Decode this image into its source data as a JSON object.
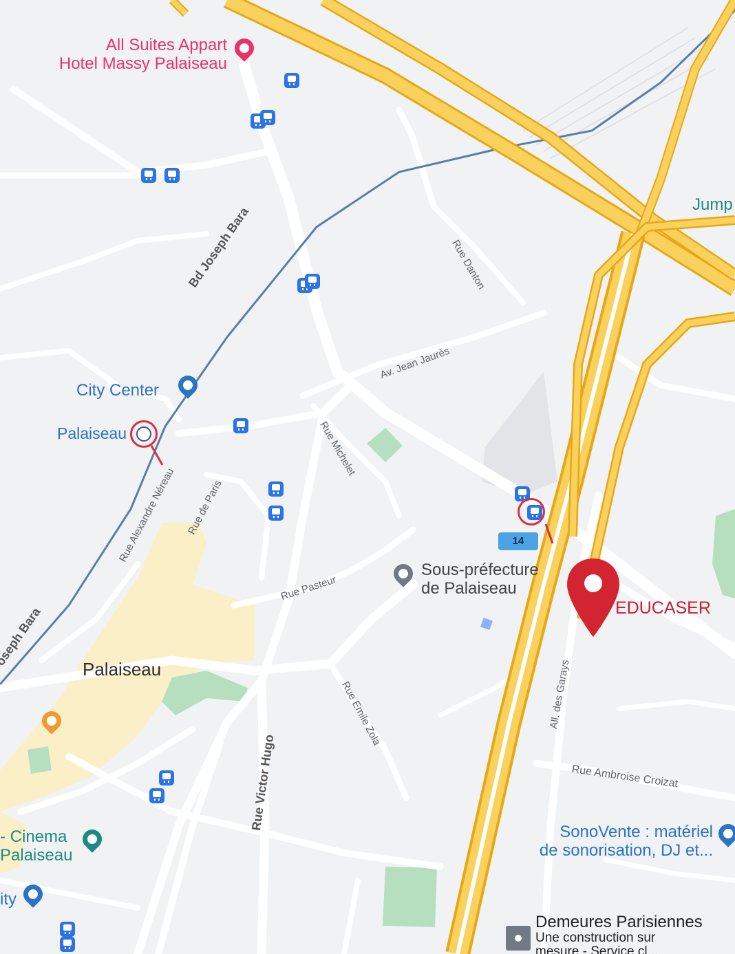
{
  "colors": {
    "highway": "#f5c33b",
    "highway_edge": "#e6a817",
    "rail": "#5b7ea8",
    "marker": "#d32432",
    "bus": "#2a73e8",
    "poi_pink": "#e8336a",
    "poi_blue": "#2a73c6",
    "poi_orange": "#f09a2f",
    "park": "#b6dfc0",
    "shopping": "#fbefc8"
  },
  "pois": {
    "hotel_line1": "All Suites Appart",
    "hotel_line2": "Hotel Massy Palaiseau",
    "hotel_icon": "hotel-bed-icon",
    "city_center": "City Center",
    "city_center_icon": "shopping-cart-icon",
    "palaiseau_station": "Palaiseau",
    "station_icon": "rer-train-icon",
    "sous_prefecture_line1": "Sous-préfecture",
    "sous_prefecture_line2": "de Palaiseau",
    "sous_prefecture_icon": "government-building-icon",
    "educaser": "EDUCASER",
    "educaser_icon": "location-pin-icon",
    "sonovente_line1": "SonoVente : matériel",
    "sonovente_line2": "de sonorisation, DJ et...",
    "sonovente_icon": "shopping-bag-icon",
    "cinema_line1": "- Cinema",
    "cinema_line2": "Palaiseau",
    "cinema_icon": "film-icon",
    "cafe_icon": "coffee-cup-icon",
    "city_partial": "ity",
    "jump_partial": "Jump",
    "demeures_line1": "Demeures Parisiennes",
    "demeures_line2": "Une construction sur",
    "demeures_line3": "mesure - Service cl..."
  },
  "town": "Palaiseau",
  "streets": {
    "bd_joseph_bara": "Bd Joseph Bara",
    "bd_joseph_bara_partial": "oseph Bara",
    "rue_danton": "Rue Danton",
    "av_jean_jaures": "Av. Jean Jaurès",
    "rue_michelet": "Rue Michelet",
    "rue_alexandre_nereau": "Rue Alexandre Néreau",
    "rue_de_paris": "Rue de Paris",
    "rue_pasteur": "Rue Pasteur",
    "rue_emile_zola": "Rue Emile Zola",
    "rue_victor_hugo": "Rue Victor Hugo",
    "all_des_garays": "All. des Garays",
    "rue_ambroise_croizat": "Rue Ambroise Croizat"
  },
  "route_badge": "14",
  "bus_icon": "bus-stop-icon",
  "highlight_icon": "magnifier-highlight-icon"
}
